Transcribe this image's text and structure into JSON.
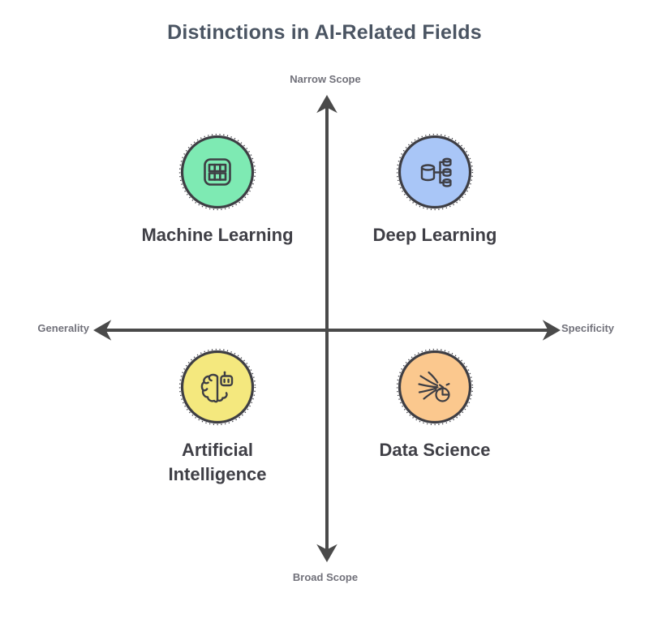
{
  "title": "Distinctions in AI-Related Fields",
  "axes": {
    "top_label": "Narrow Scope",
    "bottom_label": "Broad Scope",
    "left_label": "Generality",
    "right_label": "Specificity"
  },
  "quadrants": [
    {
      "id": "machine-learning",
      "position": "top-left",
      "label_lines": [
        "Machine Learning",
        ""
      ],
      "circle_color": "#7eeab3",
      "icon": "table-grid-icon"
    },
    {
      "id": "deep-learning",
      "position": "top-right",
      "label_lines": [
        "Deep Learning",
        ""
      ],
      "circle_color": "#a9c6f7",
      "icon": "database-cylinders-icon"
    },
    {
      "id": "artificial-intelligence",
      "position": "bottom-left",
      "label_lines": [
        "Artificial",
        "Intelligence"
      ],
      "circle_color": "#f4e87e",
      "icon": "brain-robot-icon"
    },
    {
      "id": "data-science",
      "position": "bottom-right",
      "label_lines": [
        "Data Science",
        ""
      ],
      "circle_color": "#fbc88e",
      "icon": "data-flow-pie-icon"
    }
  ],
  "colors": {
    "axis_line": "#4a4a4a",
    "title_text": "#4b5563",
    "quadrant_label_text": "#3f3f46",
    "axis_label_text": "#71717a",
    "icon_stroke": "#3e3e44",
    "background": "#ffffff"
  }
}
